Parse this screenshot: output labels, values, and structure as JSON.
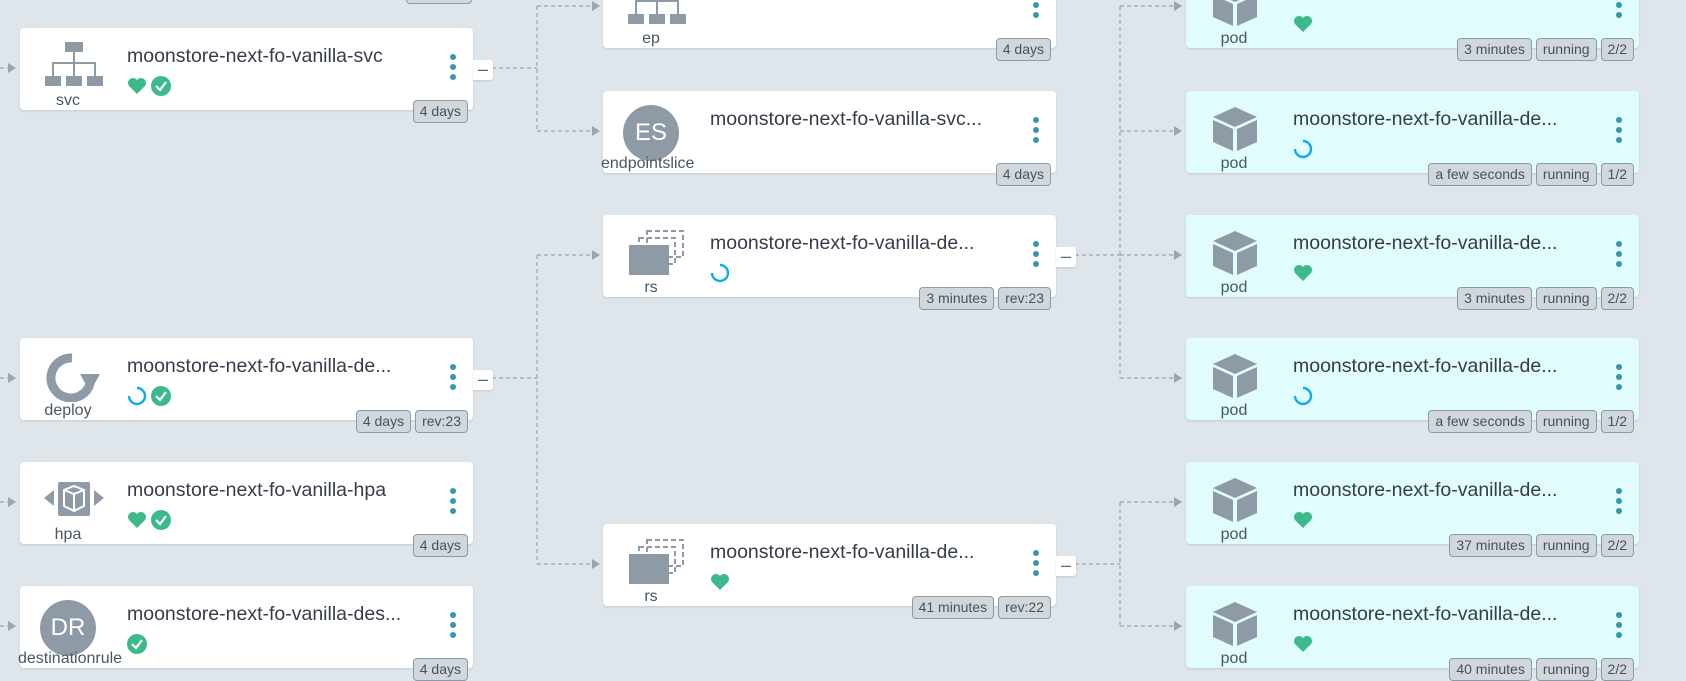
{
  "nodes": {
    "svc": {
      "kind": "svc",
      "title": "moonstore-next-fo-vanilla-svc",
      "tags": [
        "4 days"
      ]
    },
    "deploy": {
      "kind": "deploy",
      "title": "moonstore-next-fo-vanilla-de...",
      "tags": [
        "4 days",
        "rev:23"
      ]
    },
    "hpa": {
      "kind": "hpa",
      "title": "moonstore-next-fo-vanilla-hpa",
      "tags": [
        "4 days"
      ]
    },
    "dr": {
      "kind": "destinationrule",
      "icon_text": "DR",
      "title": "moonstore-next-fo-vanilla-des...",
      "tags": [
        "4 days"
      ]
    },
    "ep": {
      "kind": "ep",
      "title": "moonstore-next-fo-vanilla-svc",
      "tags": [
        "4 days"
      ]
    },
    "es": {
      "kind": "endpointslice",
      "icon_text": "ES",
      "title": "moonstore-next-fo-vanilla-svc...",
      "tags": [
        "4 days"
      ]
    },
    "rs1": {
      "kind": "rs",
      "title": "moonstore-next-fo-vanilla-de...",
      "tags": [
        "3 minutes",
        "rev:23"
      ]
    },
    "rs2": {
      "kind": "rs",
      "title": "moonstore-next-fo-vanilla-de...",
      "tags": [
        "41 minutes",
        "rev:22"
      ]
    },
    "pods": [
      {
        "kind": "pod",
        "title": "moonstore-next-fo-vanilla-de...",
        "age": "3 minutes",
        "state": "running",
        "ready": "2/2"
      },
      {
        "kind": "pod",
        "title": "moonstore-next-fo-vanilla-de...",
        "age": "a few seconds",
        "state": "running",
        "ready": "1/2"
      },
      {
        "kind": "pod",
        "title": "moonstore-next-fo-vanilla-de...",
        "age": "3 minutes",
        "state": "running",
        "ready": "2/2"
      },
      {
        "kind": "pod",
        "title": "moonstore-next-fo-vanilla-de...",
        "age": "a few seconds",
        "state": "running",
        "ready": "1/2"
      },
      {
        "kind": "pod",
        "title": "moonstore-next-fo-vanilla-de...",
        "age": "37 minutes",
        "state": "running",
        "ready": "2/2"
      },
      {
        "kind": "pod",
        "title": "moonstore-next-fo-vanilla-de...",
        "age": "40 minutes",
        "state": "running",
        "ready": "2/2"
      }
    ]
  },
  "colors": {
    "healthy": "#3dba8c",
    "progressing": "#0dadea",
    "pod_bg": "#e0fcfc",
    "menu": "#3a96ad",
    "icon": "#8e9ba7"
  }
}
